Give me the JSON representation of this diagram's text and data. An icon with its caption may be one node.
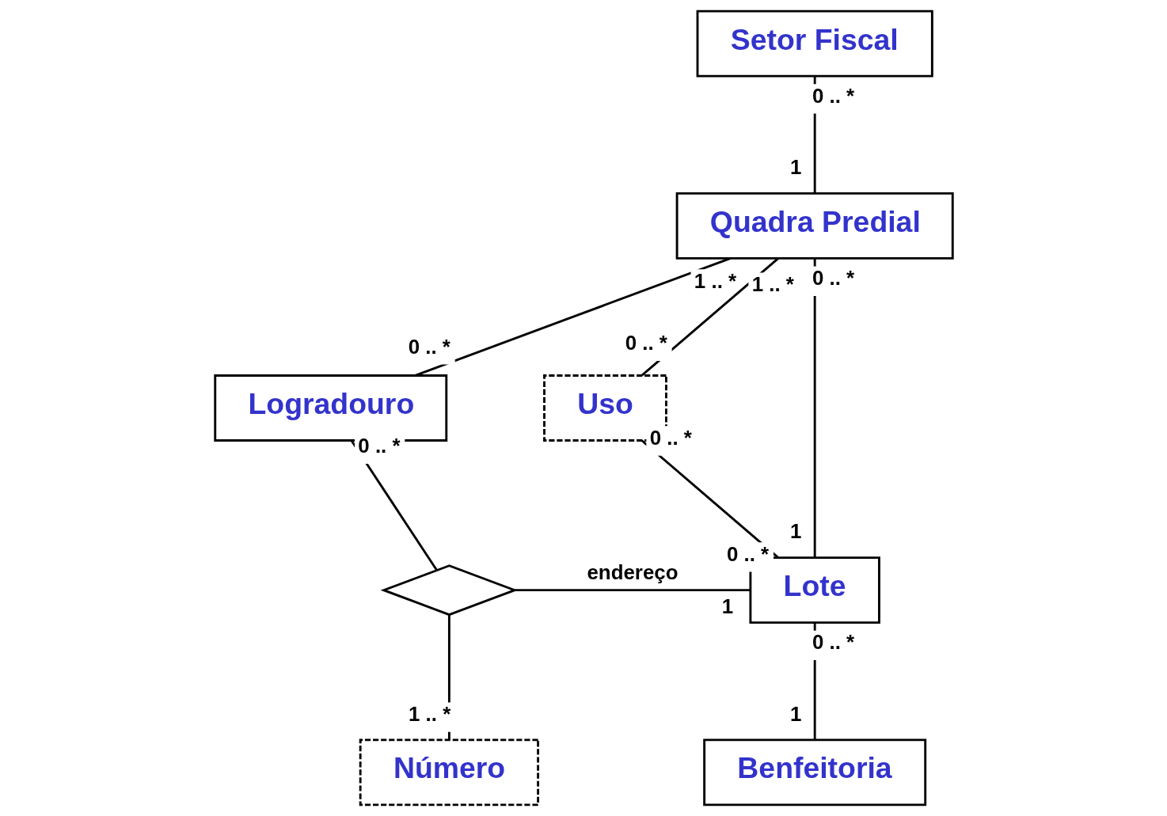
{
  "diagram": {
    "nodes": [
      {
        "text": [
          "Setor Fiscal"
        ]
      },
      {
        "text": [
          "Quadra Predial"
        ]
      },
      {
        "text": [
          "Logradouro"
        ]
      },
      {
        "text": [
          "Uso"
        ]
      },
      {
        "text": [],
        "shape": "diamond"
      },
      {
        "text": [
          "Lote"
        ]
      },
      {
        "text": [
          "Número"
        ]
      },
      {
        "text": [
          "Benfeitoria"
        ]
      }
    ],
    "edges": [
      {
        "from": 0,
        "to": 1,
        "arrow": "none"
      },
      {
        "from": 1,
        "to": 2,
        "arrow": "none"
      },
      {
        "from": 1,
        "to": 3,
        "arrow": "none"
      },
      {
        "from": 1,
        "to": 5,
        "arrow": "none"
      },
      {
        "from": 2,
        "to": 4,
        "arrow": "none"
      },
      {
        "from": 4,
        "to": 5,
        "arrow": "none",
        "label": "endereço"
      },
      {
        "from": 3,
        "to": 5,
        "arrow": "none"
      },
      {
        "from": 4,
        "to": 6,
        "arrow": "none"
      },
      {
        "from": 5,
        "to": 7,
        "arrow": "none"
      }
    ],
    "labels": [
      "0 .. *",
      "1",
      "1 .. *",
      "1 .. *",
      "0 .. *",
      "0 .. *",
      "0 .. *",
      "0 .. *",
      "1",
      "1",
      "0 .. *",
      "0 .. *",
      "0 .. *",
      "1 .. *",
      "1"
    ]
  }
}
